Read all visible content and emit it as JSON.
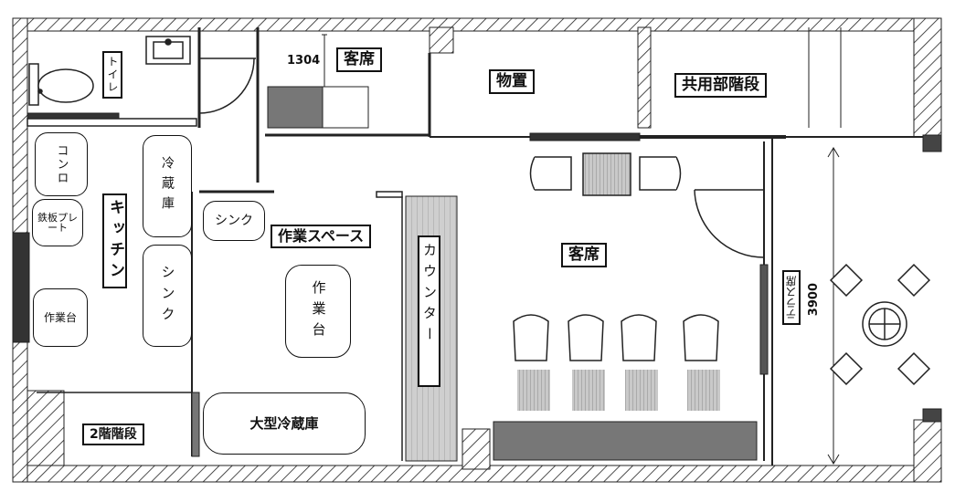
{
  "labels": {
    "toilet": "トイレ",
    "guest_seat_top": "客席",
    "dimension_top": "1304",
    "storage": "物置",
    "shared_stairs": "共用部階段",
    "stove": "コンロ",
    "fridge": "冷蔵庫",
    "kitchen": "キッチン",
    "iron_plate": "鉄板プレート",
    "sink_left": "シンク",
    "prep_table_left": "作業台",
    "sink_small": "シンク",
    "work_space": "作業スペース",
    "prep_table_center": "作業台",
    "counter": "カウンター",
    "guest_seat_main": "客席",
    "terrace": "テラス席",
    "dimension_right": "3900",
    "stairs_2f": "2階階段",
    "large_fridge": "大型冷蔵庫"
  }
}
